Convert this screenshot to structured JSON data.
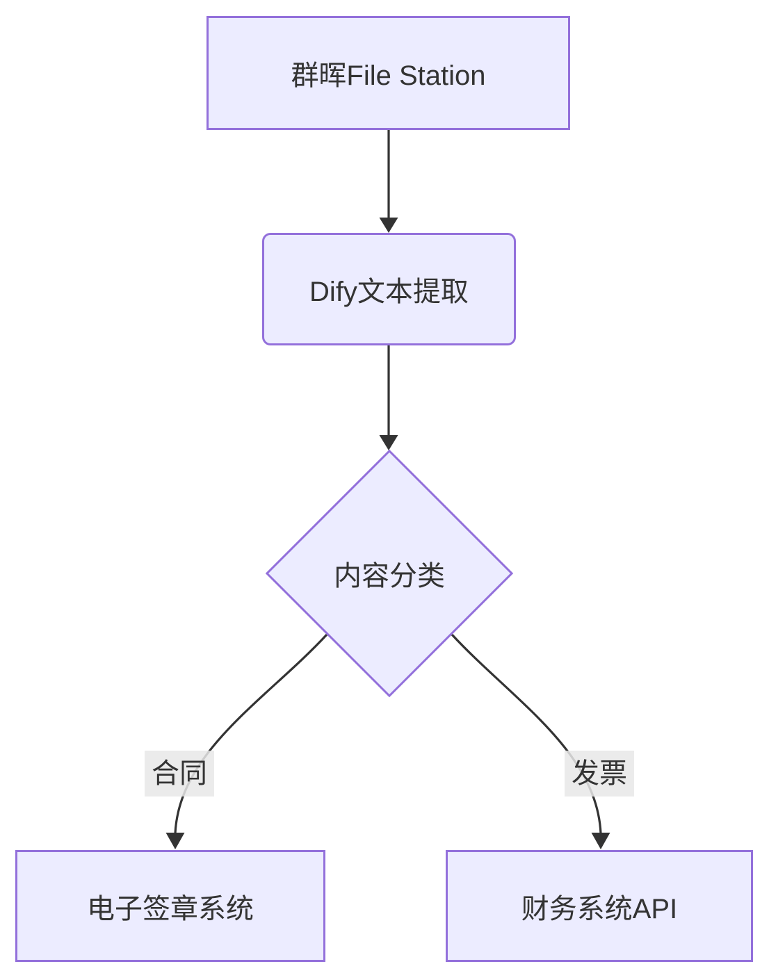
{
  "diagram": {
    "type": "flowchart",
    "direction": "top-down",
    "colors": {
      "background": "#ffffff",
      "node_fill": "#ECECFF",
      "node_border": "#9370DB",
      "edge": "#333333",
      "text": "#333333",
      "edge_label_bg": "#e8e8e8"
    },
    "nodes": [
      {
        "id": "file-station",
        "label": "群晖File Station",
        "shape": "rectangle"
      },
      {
        "id": "dify-extract",
        "label": "Dify文本提取",
        "shape": "rounded-rectangle"
      },
      {
        "id": "content-classify",
        "label": "内容分类",
        "shape": "diamond"
      },
      {
        "id": "esign-system",
        "label": "电子签章系统",
        "shape": "rectangle"
      },
      {
        "id": "finance-api",
        "label": "财务系统API",
        "shape": "rectangle"
      }
    ],
    "edges": [
      {
        "from": "file-station",
        "to": "dify-extract",
        "label": ""
      },
      {
        "from": "dify-extract",
        "to": "content-classify",
        "label": ""
      },
      {
        "from": "content-classify",
        "to": "esign-system",
        "label": "合同"
      },
      {
        "from": "content-classify",
        "to": "finance-api",
        "label": "发票"
      }
    ]
  }
}
